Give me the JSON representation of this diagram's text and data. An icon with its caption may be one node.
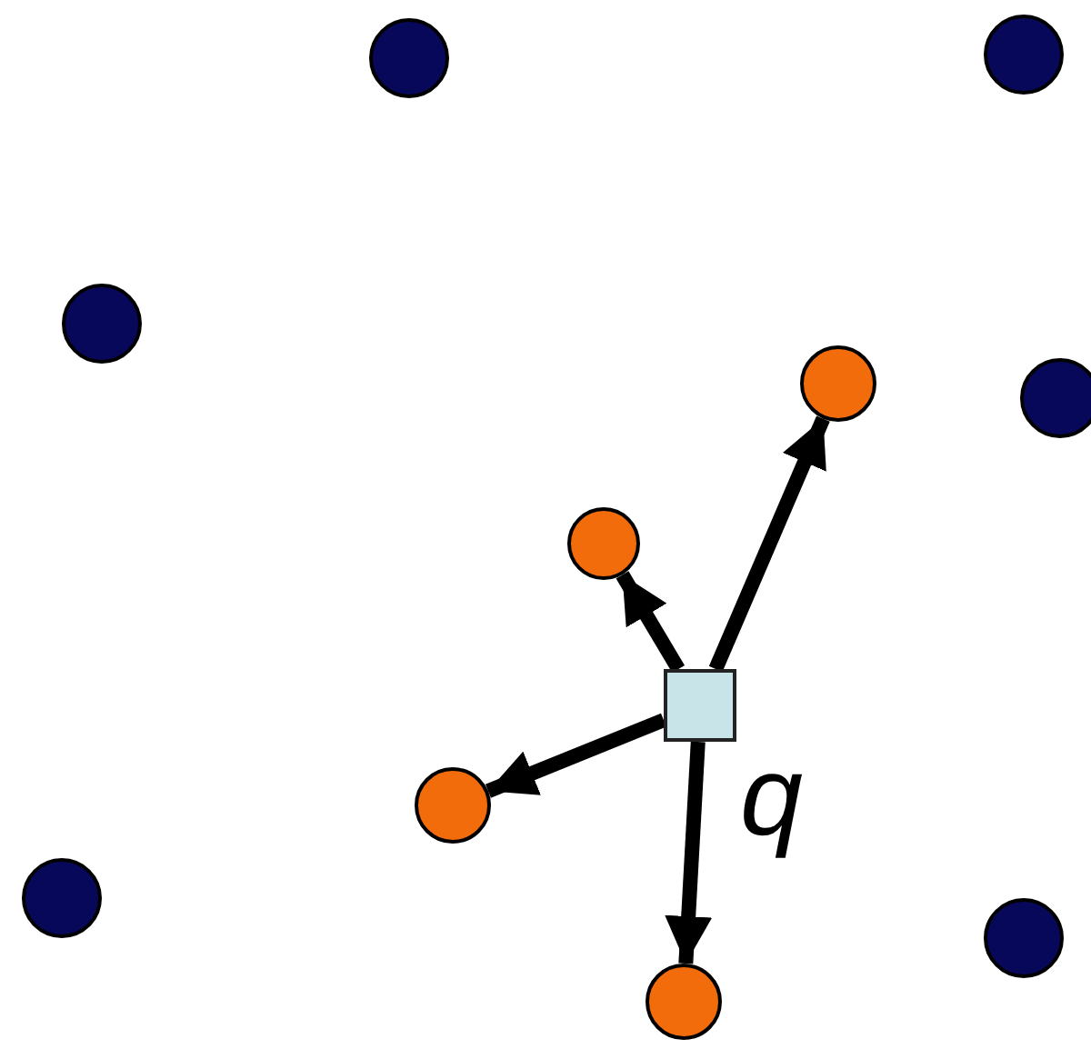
{
  "diagram": {
    "nodes": [
      {
        "text": [],
        "shape": "circle"
      },
      {
        "text": [],
        "shape": "circle"
      },
      {
        "text": [],
        "shape": "circle"
      },
      {
        "text": [],
        "shape": "circle"
      },
      {
        "text": [],
        "shape": "circle"
      },
      {
        "text": [],
        "shape": "circle"
      },
      {
        "text": [],
        "shape": "box",
        "beside": [
          "q"
        ]
      },
      {
        "text": [],
        "shape": "circle"
      },
      {
        "text": [],
        "shape": "circle"
      },
      {
        "text": [],
        "shape": "circle"
      },
      {
        "text": [],
        "shape": "circle"
      }
    ],
    "edges": [
      {
        "from": 6,
        "to": 3,
        "arrow": "to"
      },
      {
        "from": 6,
        "to": 5,
        "arrow": "to"
      },
      {
        "from": 6,
        "to": 7,
        "arrow": "to"
      },
      {
        "from": 6,
        "to": 10,
        "arrow": "to"
      }
    ]
  }
}
